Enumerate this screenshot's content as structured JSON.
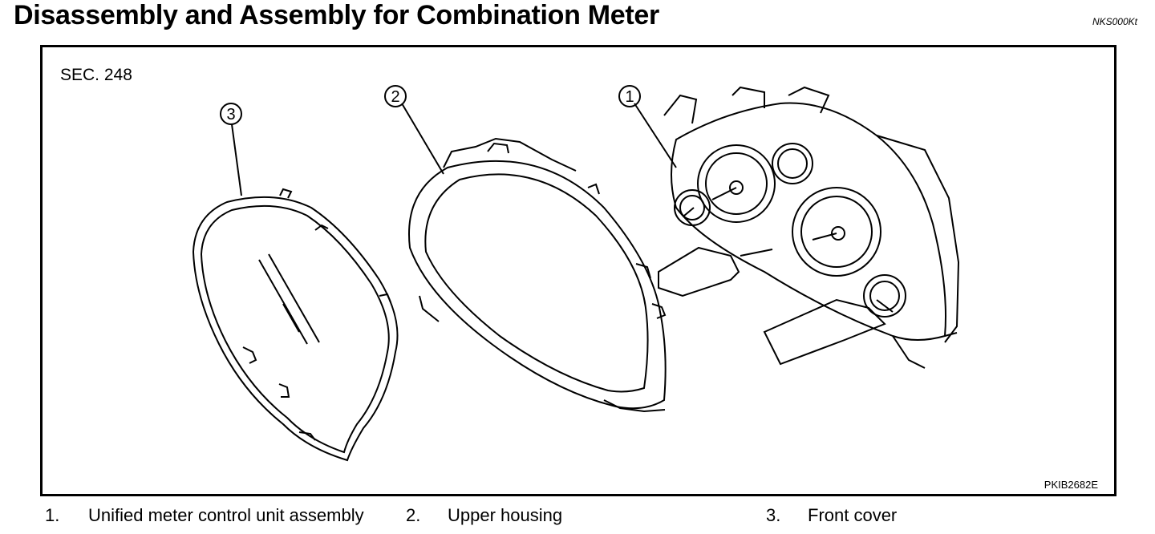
{
  "page": {
    "title": "Disassembly and Assembly for Combination Meter",
    "code": "NKS000Kt"
  },
  "figure": {
    "section": "SEC. 248",
    "figure_id": "PKIB2682E",
    "callouts": [
      "1",
      "2",
      "3"
    ]
  },
  "legend": [
    {
      "num": "1.",
      "label": "Unified meter control unit assembly"
    },
    {
      "num": "2.",
      "label": "Upper housing"
    },
    {
      "num": "3.",
      "label": "Front cover"
    }
  ]
}
